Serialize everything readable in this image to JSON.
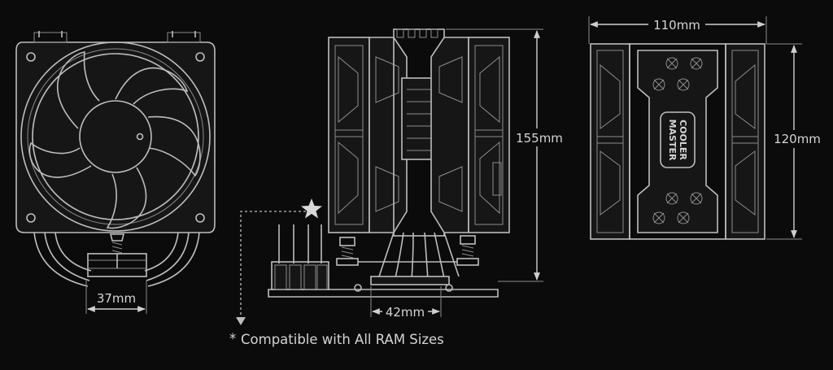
{
  "dimensions": {
    "front_base_width": "37mm",
    "side_height": "155mm",
    "side_base_width": "42mm",
    "top_width": "110mm",
    "top_depth": "120mm"
  },
  "logo_text": [
    "COOLER",
    "MASTER"
  ],
  "compatibility_note": "Compatible with All RAM Sizes",
  "note_marker": "*",
  "colors": {
    "background": "#0b0b0b",
    "line": "#bdbdbd",
    "text": "#d4d4d4"
  }
}
